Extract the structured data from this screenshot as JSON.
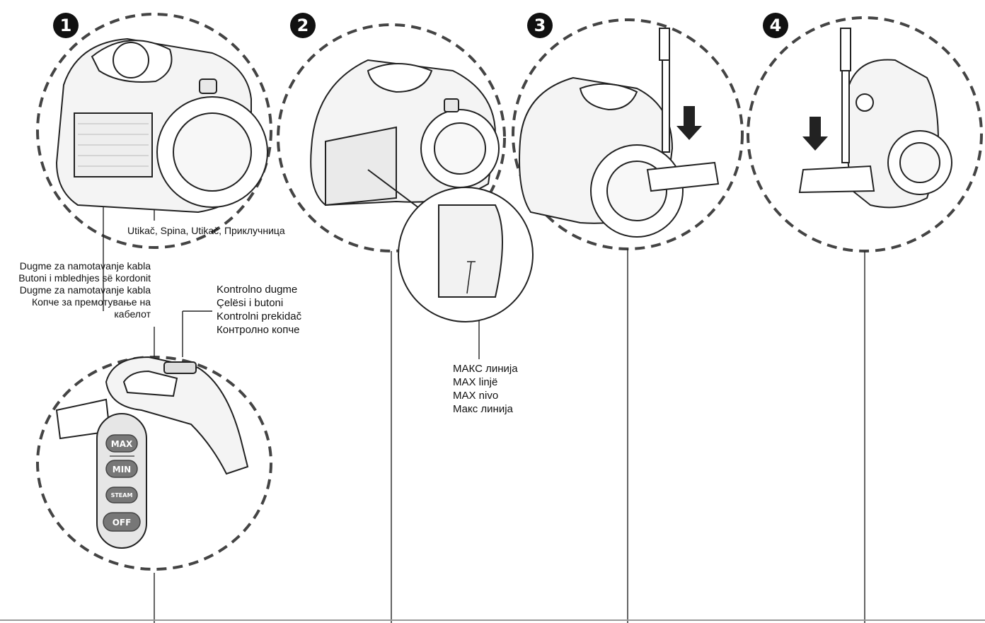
{
  "steps": [
    "1",
    "2",
    "3",
    "4"
  ],
  "labels": {
    "plug": "Utikač, Spina, Utikač, Приклучница",
    "cord_rewind": [
      "Dugme za namotavanje kabla",
      "Butoni i mbledhjes së kordonit",
      "Dugme za namotavanje kabla",
      "Копче за премотување на",
      "кабелот"
    ],
    "control": [
      "Kontrolno dugme",
      "Çelësi i butoni",
      "Kontrolni prekidač",
      "Контролно копче"
    ],
    "max_line": [
      "МАКС линија",
      "MAX linjë",
      "MAX nivo",
      "Макс линија"
    ]
  },
  "handle_buttons": [
    "MAX",
    "MIN",
    "STEAM",
    "OFF"
  ]
}
